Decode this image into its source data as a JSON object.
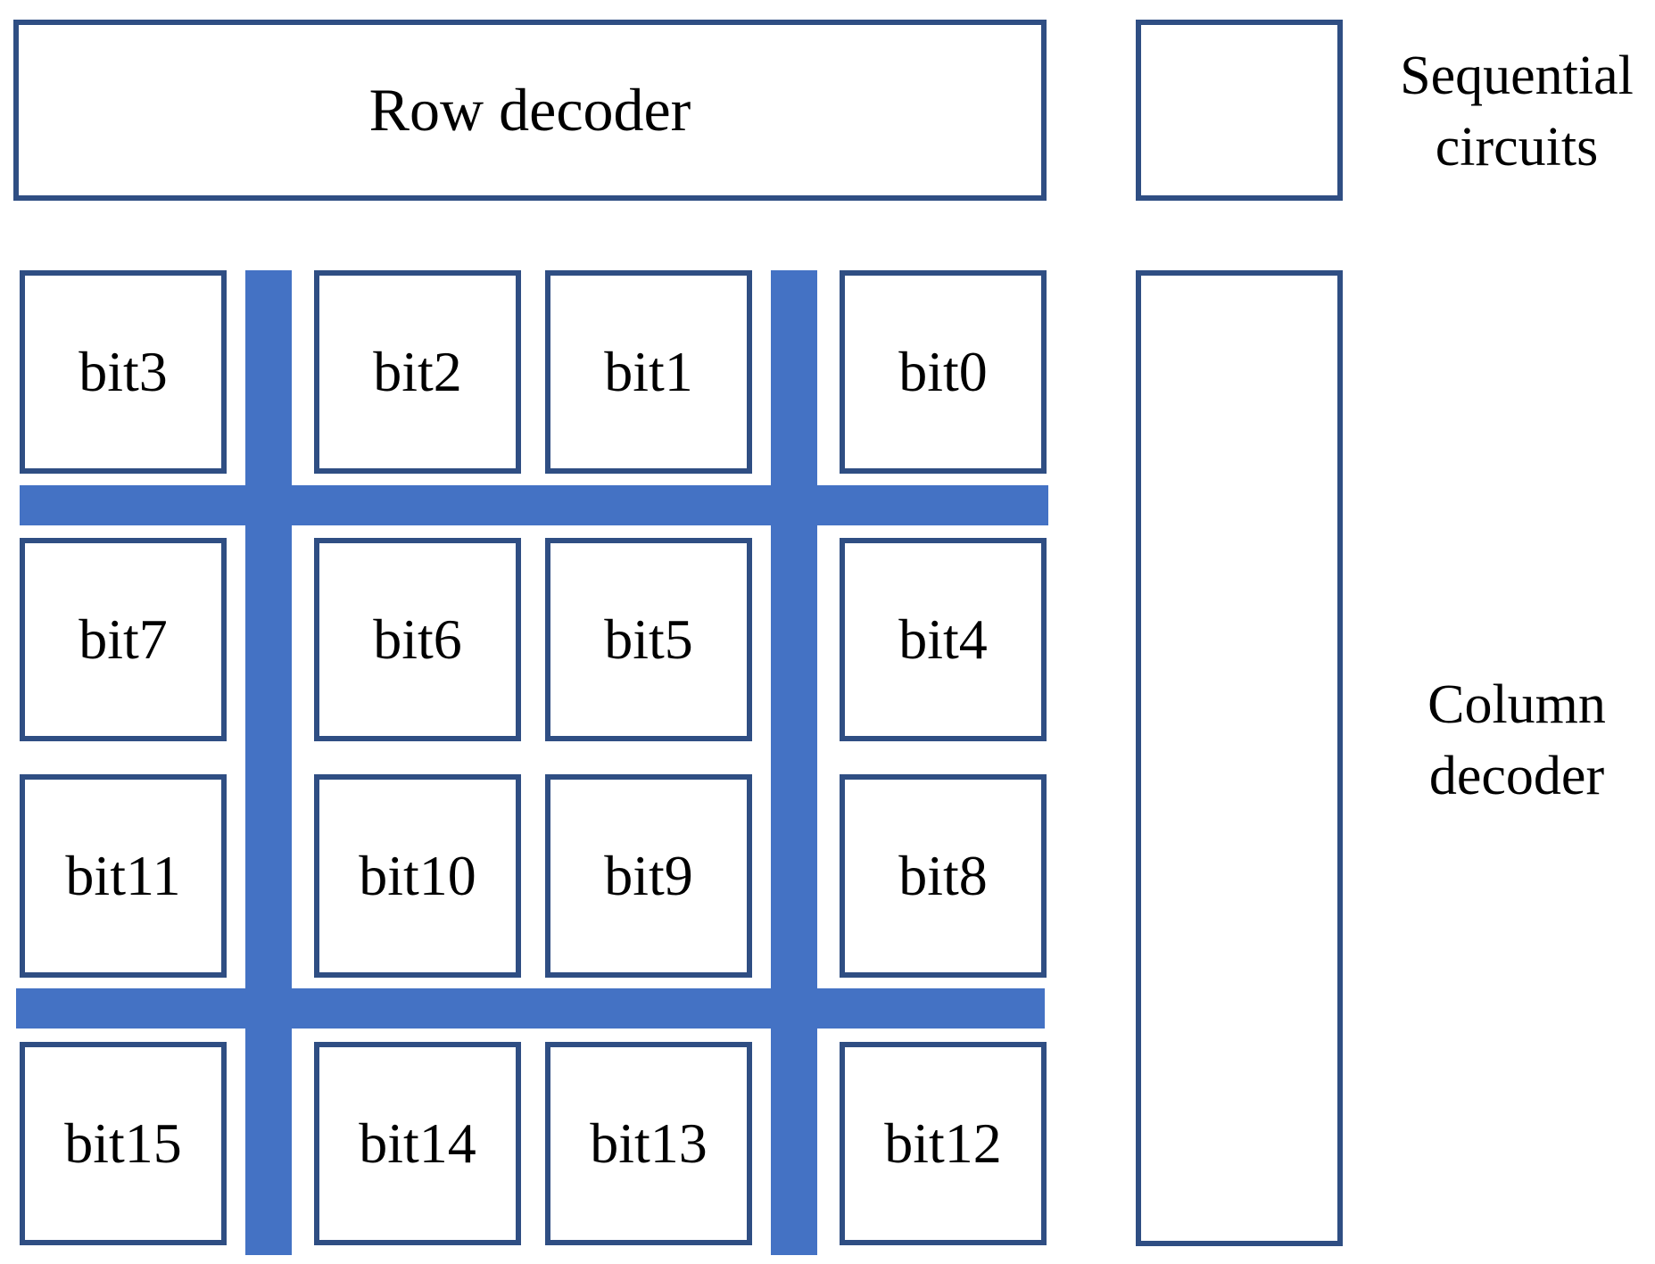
{
  "diagram": {
    "row_decoder_label": "Row decoder",
    "sequential_label_line1": "Sequential",
    "sequential_label_line2": "circuits",
    "column_decoder_label_line1": "Column",
    "column_decoder_label_line2": "decoder",
    "bits": [
      [
        "bit3",
        "bit2",
        "bit1",
        "bit0"
      ],
      [
        "bit7",
        "bit6",
        "bit5",
        "bit4"
      ],
      [
        "bit11",
        "bit10",
        "bit9",
        "bit8"
      ],
      [
        "bit15",
        "bit14",
        "bit13",
        "bit12"
      ]
    ],
    "colors": {
      "box_border": "#2f4e83",
      "bus": "#4472c4",
      "background": "#ffffff",
      "text": "#000000"
    }
  }
}
